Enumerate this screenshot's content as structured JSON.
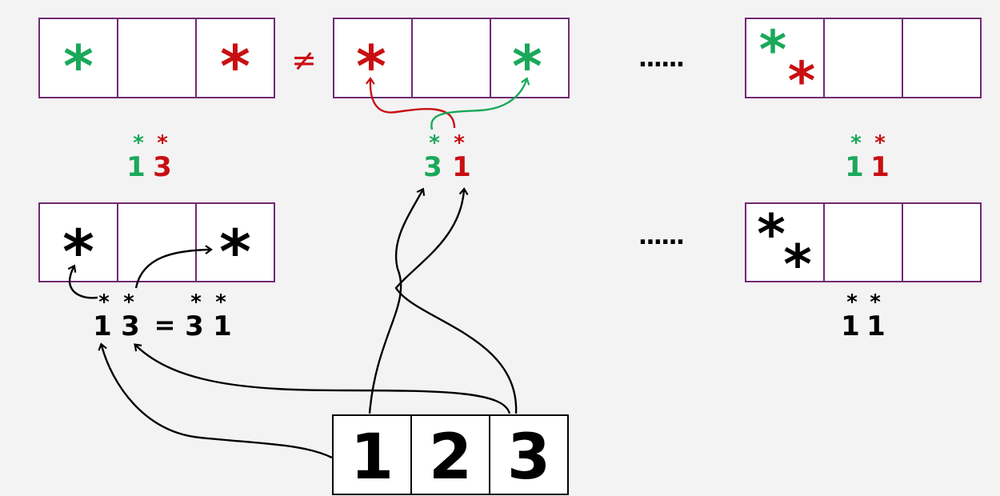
{
  "colors": {
    "background": "#f3f3f3",
    "cell_border": "#6f2a73",
    "green": "#1aa85a",
    "red": "#c80f12",
    "black": "#000000"
  },
  "glyphs": {
    "star": "*",
    "not_equal": "≠",
    "equals": "=",
    "ellipsis": "......"
  },
  "labels": {
    "top_left_pair": [
      "1",
      "3"
    ],
    "top_mid_pair": [
      "3",
      "1"
    ],
    "top_right_pair": [
      "1",
      "1"
    ],
    "bottom_left_left": [
      "1",
      "3"
    ],
    "bottom_left_right": [
      "3",
      "1"
    ],
    "bottom_right_pair": [
      "1",
      "1"
    ]
  },
  "source_cells": [
    "1",
    "2",
    "3"
  ]
}
